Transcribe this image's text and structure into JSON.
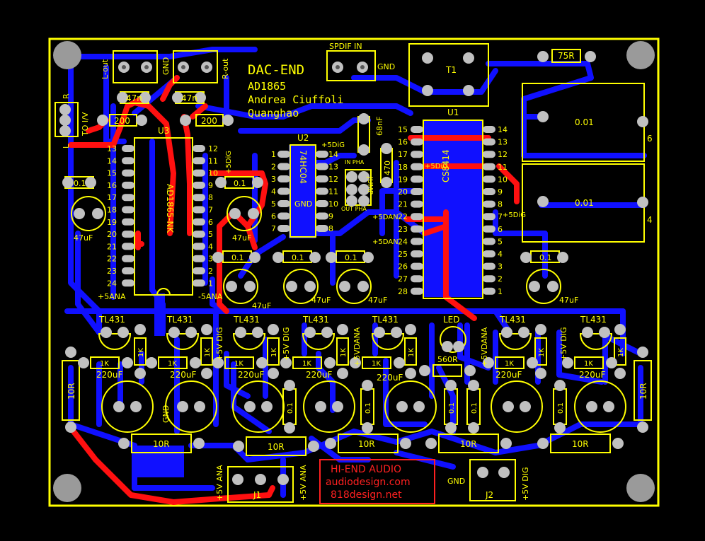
{
  "colors": {
    "background": "#000000",
    "board_outline": "#ffff00",
    "silkscreen": "#ffff00",
    "bottom_copper": "#1010ff",
    "top_copper": "#ff1010",
    "pad": "#c0c0c0",
    "hole": "#000000",
    "branding": "#ff2020"
  },
  "board": {
    "title": "DAC-END",
    "chip": "AD1865",
    "author1": "Andrea Ciuffoli",
    "author2": "Quanghao"
  },
  "connectors": {
    "spdif": "SPDIF IN",
    "spdif_gnd": "GND",
    "l_out": "L-out",
    "gnd_out": "GND",
    "r_out": "R-out",
    "i2s_r": "R",
    "i2s_l": "L",
    "to_i2v": "TO I/V",
    "j1": "J1",
    "j2": "J2",
    "j1_left": "+5V ANA",
    "j1_right": "+5V ANA",
    "j2_left": "GND",
    "j2_right": "+5V DIG",
    "gnd_mid": "GND"
  },
  "ics": {
    "u1": "U1",
    "u1_part": "CS8414",
    "u1_5dig": "+5DiG",
    "u1_5dig2": "+5DiG",
    "u2": "U2",
    "u2_part": "74HC04",
    "u2_gnd": "GND",
    "u2_5dig": "+5DiG",
    "u3": "U3",
    "u3_part": "AD1865-NK",
    "u3_5ana": "+5ANA",
    "u3_m5ana": "-5ANA",
    "u3_5dig": "+5DiG",
    "t1": "T1",
    "jump": "JUMP",
    "in_pha": "IN PHA",
    "out_pha": "OUT PHA"
  },
  "pins": {
    "u3_left": [
      "13",
      "14",
      "15",
      "16",
      "17",
      "18",
      "19",
      "20",
      "21",
      "22",
      "23",
      "24"
    ],
    "u3_right": [
      "12",
      "11",
      "10",
      "9",
      "8",
      "7",
      "6",
      "5",
      "4",
      "3",
      "2",
      "1"
    ],
    "u2_left": [
      "1",
      "2",
      "3",
      "4",
      "5",
      "6",
      "7"
    ],
    "u2_right": [
      "14",
      "13",
      "12",
      "11",
      "10",
      "9",
      "8"
    ],
    "u1_left": [
      "15",
      "16",
      "17",
      "18",
      "19",
      "20",
      "21",
      "22",
      "23",
      "24",
      "25",
      "26",
      "27",
      "28"
    ],
    "u1_right": [
      "14",
      "13",
      "12",
      "11",
      "10",
      "9",
      "8",
      "7",
      "6",
      "5",
      "4",
      "3",
      "2",
      "1"
    ]
  },
  "components": {
    "r_200a": "200",
    "r_200b": "200",
    "c_47n_a": "47n",
    "c_47n_b": "47n",
    "c_68nf": "68nF",
    "r_470": "470",
    "r_75": "75R",
    "c_001a": "0.01",
    "c_001b": "0.01",
    "c_01": "0.1",
    "cap_47uf": "47uF",
    "cap_220uf": "220uF",
    "tl431": "TL431",
    "r_1k": "1K",
    "r_10r": "10R",
    "r_560": "560R",
    "led": "LED",
    "label_6": "6",
    "label_4": "4",
    "plus_5dan": "+5DAN",
    "plus_5dan2": "+5DAN",
    "plus_5v_dig": "+5V DIG",
    "plus_5vdana": "+5VDANA"
  },
  "branding": {
    "line1": "HI-END AUDIO",
    "line2": "audiodesign.com",
    "line3": "818design.net"
  }
}
